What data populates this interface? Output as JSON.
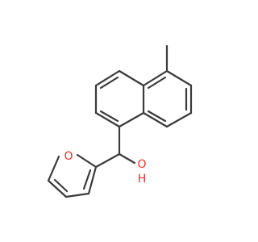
{
  "structure": {
    "atoms": [
      {
        "id": "O_furan",
        "label": "O",
        "color": "#e8312a"
      },
      {
        "id": "O_hydroxyl",
        "label": "O",
        "color": "#e8312a"
      },
      {
        "id": "H_hydroxyl",
        "label": "H",
        "color": "#e8312a"
      }
    ],
    "bond_color": "#3a3a3a"
  }
}
